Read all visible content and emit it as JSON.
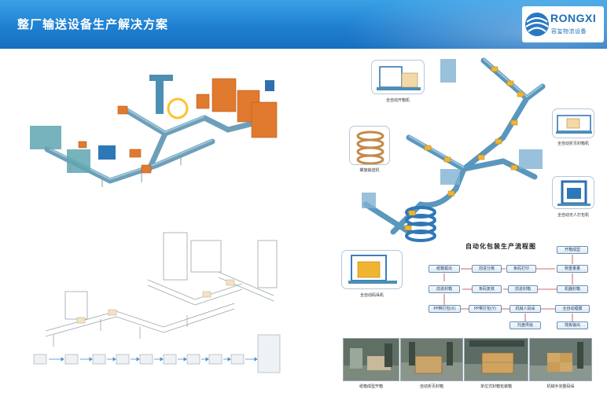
{
  "header": {
    "title": "整厂输送设备生产解决方案",
    "logo_en": "RONGXI",
    "logo_cn": "容玺物流设备"
  },
  "machines": [
    {
      "label": "全自动开箱机"
    },
    {
      "label": "螺旋输送机"
    },
    {
      "label": "全自动折页封箱机"
    },
    {
      "label": "全自动无人打包机"
    },
    {
      "label": "全自动码垛机"
    }
  ],
  "flowchart": {
    "title": "自动化包装生产流程图",
    "boxes": [
      "开箱成型",
      "纸箱载出",
      "前进分离",
      "条码打印",
      "称重量量",
      "前进封箱",
      "条码复核",
      "前进封箱",
      "机器封箱",
      "PP带打包(X)",
      "PP带打包(Y)",
      "机械人码垛",
      "全自动缠膜",
      "托盘供给",
      "栈板输出"
    ]
  },
  "photos": [
    {
      "label": "纸箱成型开箱"
    },
    {
      "label": "自动折页封箱"
    },
    {
      "label": "单位式封箱包装箱"
    },
    {
      "label": "机械手完整码垛"
    }
  ],
  "colors": {
    "header": "#1f7fd0",
    "conveyor": "#6fa8c8",
    "box_orange": "#e07a2e",
    "machine_blue": "#4a86b8"
  }
}
